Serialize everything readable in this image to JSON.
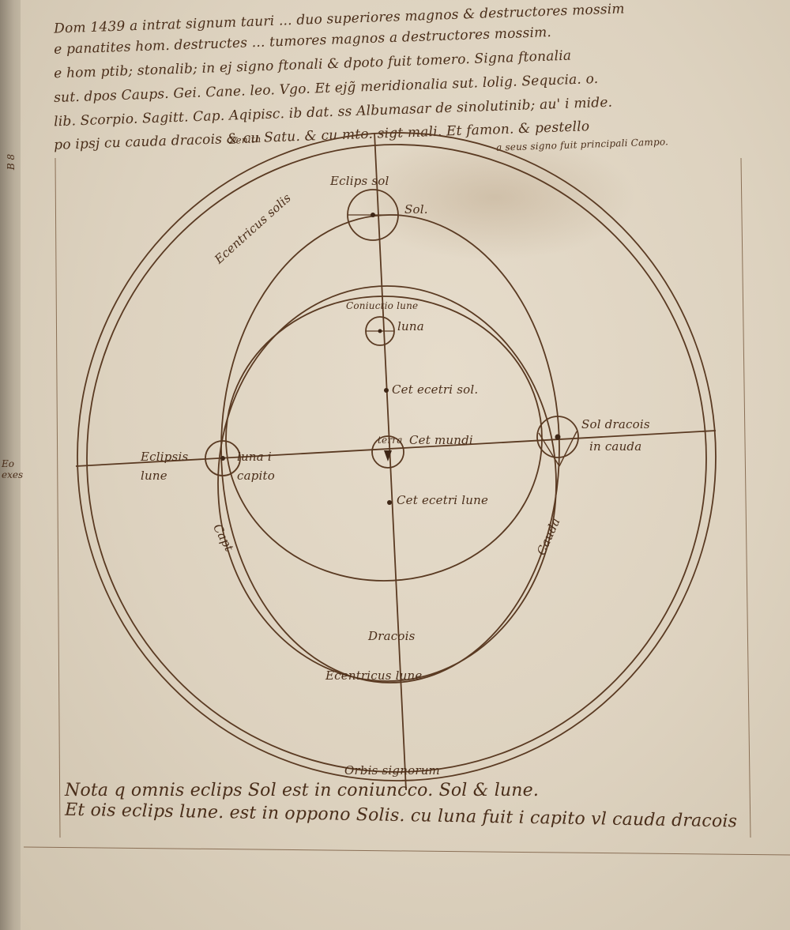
{
  "manuscript": {
    "top_text": [
      "Dom 1439 a intrat signum tauri ... duo superiores magnos & destructores mossim",
      "e panatites hom. destructes ... tumores magnos a destructores mossim.",
      "e hom ptib; stonalib; in ej signo ftonali & dpoto fuit tomero. Signa ftonalia",
      "sut. dpos Caups. Gei. Cane. leo. Vgo. Et ejg̃ meridionalia sut. lolig. Sequcia. o.",
      "lib. Scorpio. Sagitt. Cap. Aqipisc. ib dat. ss Albumasar de sinolutinib; au' i mide.",
      "po ipsj cu cauda dracois & cu Satu. & cu mto. sigt mali. Et famon. & pestello"
    ],
    "top_note": "a seus signo fuit principali Campo.",
    "bottom_text": [
      "Nota q omnis eclips Sol est in coniuncco. Sol & lune.",
      "Et ois eclips lune. est in oppono Solis. cu luna fuit i capito vl cauda dracois"
    ],
    "diagram": {
      "zenith": "Zenith",
      "eclipsis_sol": "Eclips sol",
      "sol_top": "Sol.",
      "eccentricus_solis": "Ecentricus solis",
      "coniunctio_lune": "Coniuctio lune",
      "luna": "luna",
      "centrum_ecentrici_sol": "Cet ecetri sol.",
      "terra": "terra",
      "centrum_mundi": "Cet mundi",
      "centrum_ecentrici_lune": "Cet ecetri lune",
      "eclipsis_lune": "Eclipsis lune",
      "luna_in_capito": "luna i capito",
      "sol_dracois": "Sol dracois",
      "in_cauda": "in cauda",
      "caput": "Capt",
      "cauda": "Cauda",
      "dracois": "Dracois",
      "ecentricus_lune": "Ecentricus lune",
      "orbis_signorum": "Orbis signorum"
    }
  }
}
